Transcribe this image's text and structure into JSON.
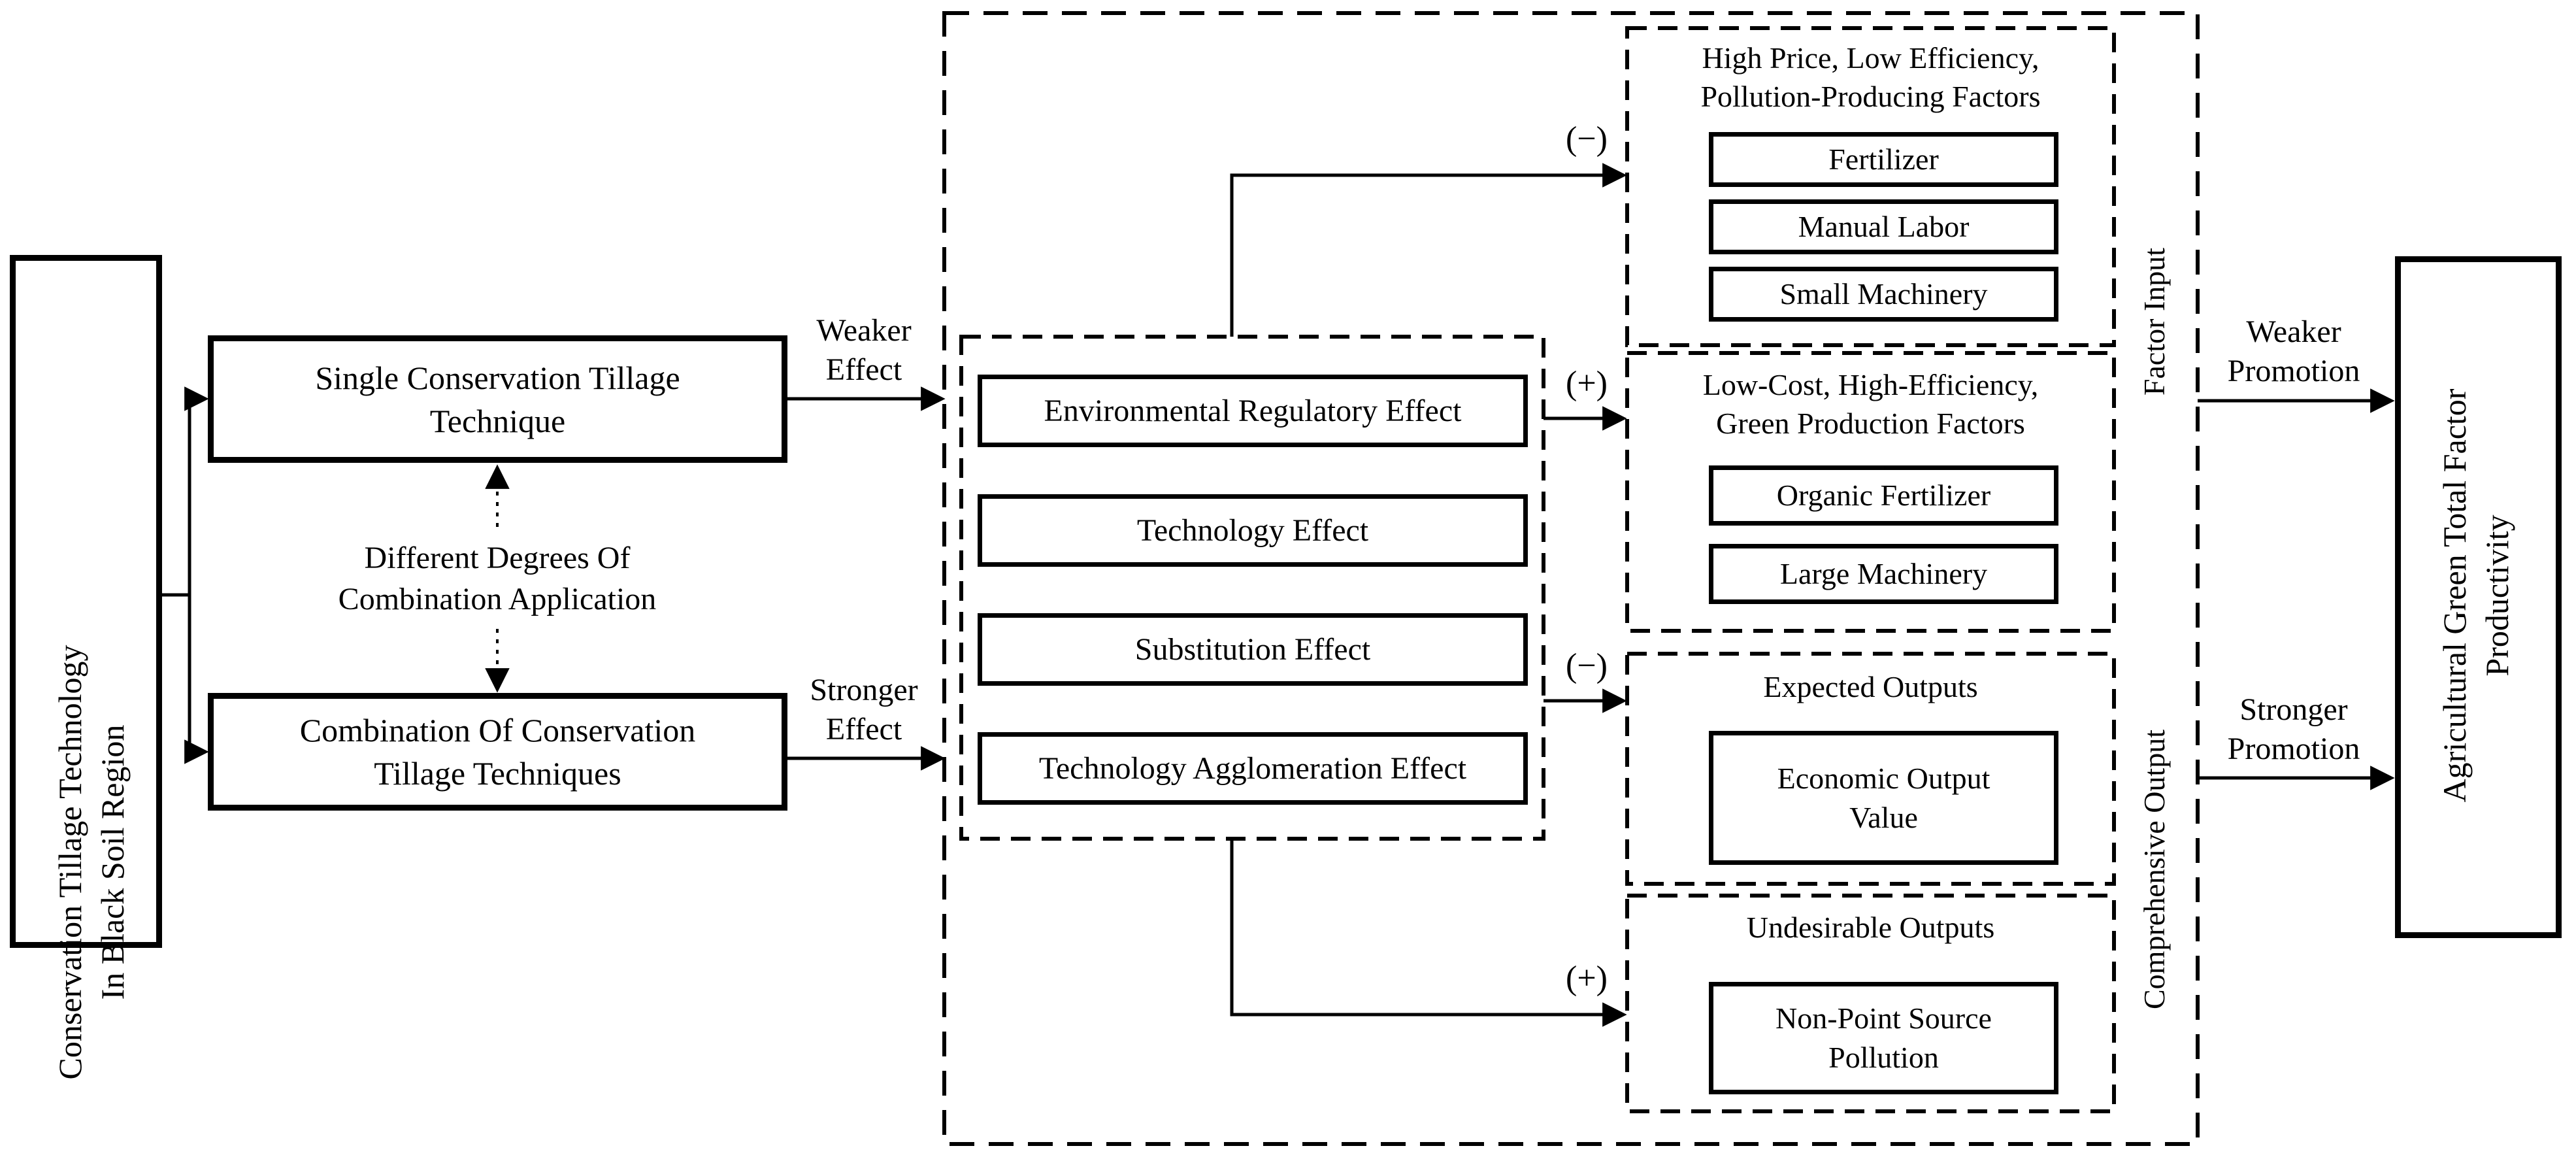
{
  "diagram_title": "Conservation tillage technology mechanism diagram",
  "nodes": {
    "source": "Conservation Tillage Technology\nIn Black Soil Region",
    "single": "Single Conservation Tillage\nTechnique",
    "combination": "Combination Of Conservation\nTillage Techniques",
    "target": "Agricultural Green Total Factor\nProductivity"
  },
  "annotations": {
    "degrees": "Different Degrees Of\nCombination Application",
    "weaker_effect": "Weaker\nEffect",
    "stronger_effect": "Stronger\nEffect",
    "weaker_promotion": "Weaker\nPromotion",
    "stronger_promotion": "Stronger\nPromotion"
  },
  "effects": {
    "items": [
      "Environmental Regulatory Effect",
      "Technology Effect",
      "Substitution Effect",
      "Technology Agglomeration Effect"
    ]
  },
  "groups": [
    {
      "sign": "(−)",
      "title": "High Price, Low Efficiency,\nPollution-Producing Factors",
      "items": [
        "Fertilizer",
        "Manual Labor",
        "Small Machinery"
      ]
    },
    {
      "sign": "(+)",
      "title": "Low-Cost, High-Efficiency,\nGreen Production Factors",
      "items": [
        "Organic Fertilizer",
        "Large Machinery"
      ]
    },
    {
      "sign": "(−)",
      "title": "Expected Outputs",
      "items": [
        "Economic Output\nValue"
      ]
    },
    {
      "sign": "(+)",
      "title": "Undesirable Outputs",
      "items": [
        "Non-Point Source\nPollution"
      ]
    }
  ],
  "side_labels": {
    "factor_input": "Factor Input",
    "comprehensive_output": "Comprehensive Output"
  },
  "colors": {
    "ink": "#000000",
    "background": "#ffffff"
  }
}
